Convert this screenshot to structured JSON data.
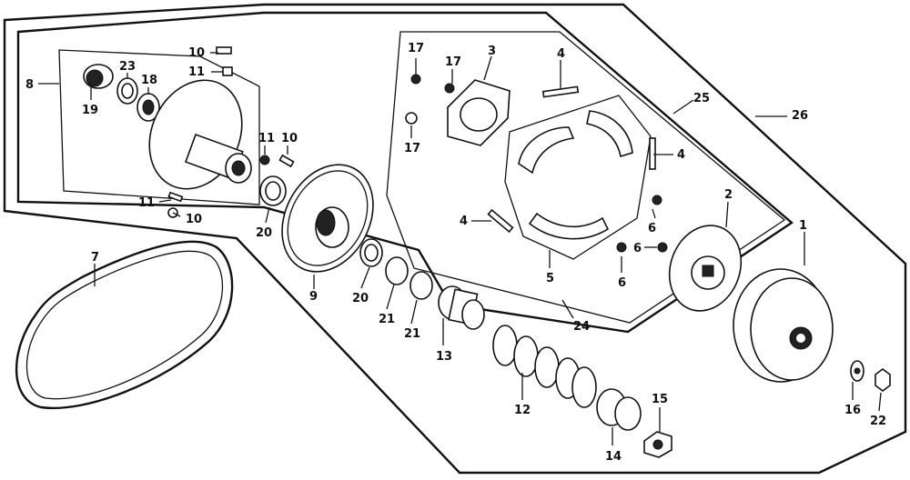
{
  "colors": {
    "line": "#111111",
    "background": "#ffffff"
  },
  "callouts": [
    {
      "id": "c1",
      "text": "1"
    },
    {
      "id": "c2",
      "text": "2"
    },
    {
      "id": "c3",
      "text": "3"
    },
    {
      "id": "c4a",
      "text": "4"
    },
    {
      "id": "c4b",
      "text": "4"
    },
    {
      "id": "c4c",
      "text": "4"
    },
    {
      "id": "c5",
      "text": "5"
    },
    {
      "id": "c6a",
      "text": "6"
    },
    {
      "id": "c6b",
      "text": "6"
    },
    {
      "id": "c6c",
      "text": "6"
    },
    {
      "id": "c7",
      "text": "7"
    },
    {
      "id": "c8",
      "text": "8"
    },
    {
      "id": "c9",
      "text": "9"
    },
    {
      "id": "c10a",
      "text": "10"
    },
    {
      "id": "c10b",
      "text": "10"
    },
    {
      "id": "c10c",
      "text": "10"
    },
    {
      "id": "c11a",
      "text": "11"
    },
    {
      "id": "c11b",
      "text": "11"
    },
    {
      "id": "c11c",
      "text": "11"
    },
    {
      "id": "c12",
      "text": "12"
    },
    {
      "id": "c13",
      "text": "13"
    },
    {
      "id": "c14",
      "text": "14"
    },
    {
      "id": "c15",
      "text": "15"
    },
    {
      "id": "c16",
      "text": "16"
    },
    {
      "id": "c17a",
      "text": "17"
    },
    {
      "id": "c17b",
      "text": "17"
    },
    {
      "id": "c17c",
      "text": "17"
    },
    {
      "id": "c18",
      "text": "18"
    },
    {
      "id": "c19",
      "text": "19"
    },
    {
      "id": "c20a",
      "text": "20"
    },
    {
      "id": "c20b",
      "text": "20"
    },
    {
      "id": "c21a",
      "text": "21"
    },
    {
      "id": "c21b",
      "text": "21"
    },
    {
      "id": "c22",
      "text": "22"
    },
    {
      "id": "c23",
      "text": "23"
    },
    {
      "id": "c24",
      "text": "24"
    },
    {
      "id": "c25",
      "text": "25"
    },
    {
      "id": "c26",
      "text": "26"
    }
  ]
}
